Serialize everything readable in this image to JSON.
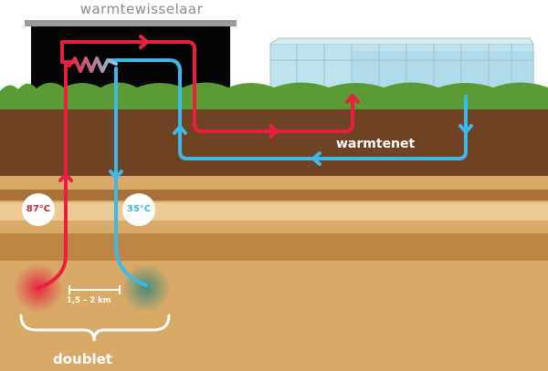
{
  "labels": {
    "heat_exchanger": "warmtewisselaar",
    "heat_network": "warmtenet",
    "hot_temp": "87°C",
    "cold_temp": "35°C",
    "distance": "1,5 – 2 km",
    "doublet": "doublet"
  },
  "colors": {
    "hot": "#e8203f",
    "cold": "#3cb9e8",
    "building": "#000000",
    "topsoil": "#6e4223",
    "sand": "#d9a968"
  }
}
